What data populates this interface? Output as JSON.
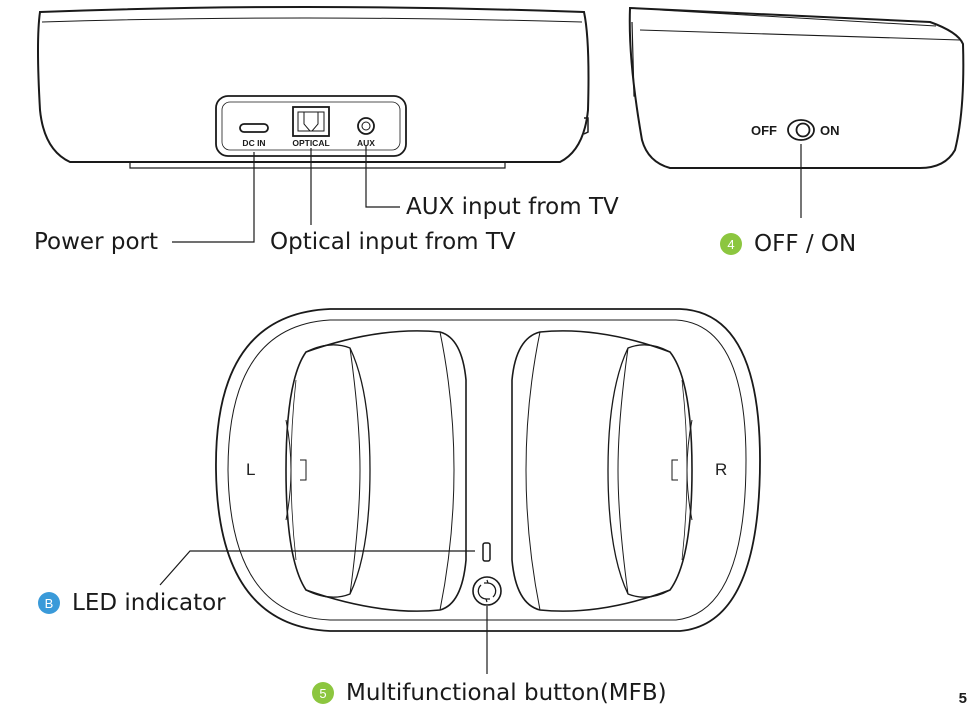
{
  "ports": {
    "dc_in": "DC IN",
    "optical": "OPTICAL",
    "aux": "AUX"
  },
  "callouts": {
    "aux_input": "AUX input from TV",
    "power_port": "Power port",
    "optical_input": "Optical input from TV",
    "off_on": "OFF / ON",
    "led_indicator": "LED indicator",
    "mfb": "Multifunctional button(MFB)"
  },
  "switch": {
    "off": "OFF",
    "on": "ON"
  },
  "sides": {
    "left": "L",
    "right": "R"
  },
  "badges": {
    "off_on": {
      "text": "4",
      "color": "#8cc63f"
    },
    "led": {
      "text": "B",
      "color": "#3a9ad9"
    },
    "mfb": {
      "text": "5",
      "color": "#8cc63f"
    }
  },
  "page_number": "5"
}
